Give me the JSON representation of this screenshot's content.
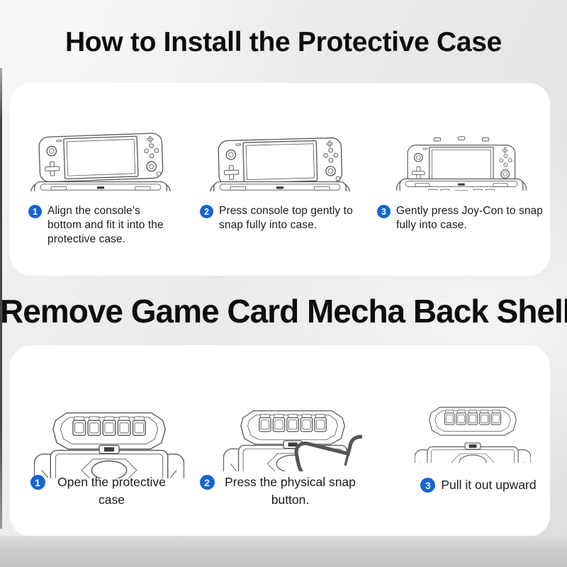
{
  "titles": {
    "install": "How to Install the Protective Case",
    "remove": "Remove Game Card Mecha Back Shell"
  },
  "install_steps": [
    {
      "num": "1",
      "text": "Align the console’s bottom and fit it into the protective case.",
      "lines": [
        "Align the console’s",
        "bottom and fit it into the",
        "protective case."
      ],
      "illustration": "console-hover-above-case"
    },
    {
      "num": "2",
      "text": "Press console top gently to snap fully into case.",
      "lines": [
        "Press console top gently to",
        "snap fully into case."
      ],
      "illustration": "console-pressed-into-case"
    },
    {
      "num": "3",
      "text": "Gently press Joy-Con to snap fully into case.",
      "lines": [
        "Gently press Joy-Con to snap",
        "fully into case."
      ],
      "illustration": "console-seated-in-case"
    }
  ],
  "remove_steps": [
    {
      "num": "1",
      "text": "Open the protective case",
      "lines": [
        "Open the protective",
        "case"
      ],
      "illustration": "back-shell-open-on-case"
    },
    {
      "num": "2",
      "text": "Press the physical snap button.",
      "lines": [
        "Press the physical snap",
        "button."
      ],
      "illustration": "hand-pressing-snap-button"
    },
    {
      "num": "3",
      "text": "Pull it out upward",
      "lines": [
        "Pull it out upward"
      ],
      "illustration": "back-shell-pulled-out"
    }
  ],
  "colors": {
    "step_badge_blue": "#1565d2",
    "title_black": "#0d0d0d",
    "card_white": "#ffffff",
    "background_gray": "#e9e9e9",
    "line_art_gray": "#595959"
  }
}
